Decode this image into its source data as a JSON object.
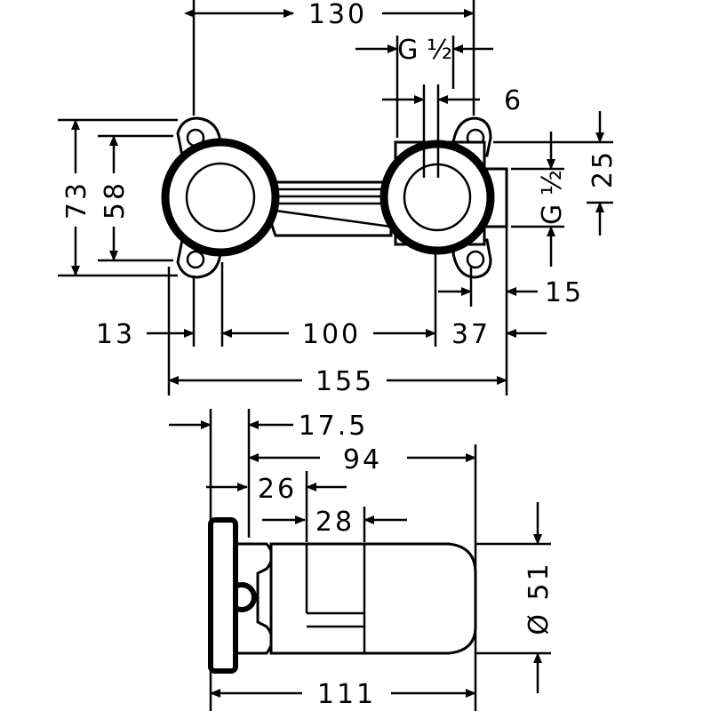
{
  "top_view": {
    "dims": {
      "d130": "130",
      "g_top": "G ½",
      "d6": "6",
      "d25": "25",
      "g_side": "G ½",
      "d73": "73",
      "d58": "58",
      "d13": "13",
      "d100": "100",
      "d37": "37",
      "d15": "15",
      "d155": "155"
    }
  },
  "side_view": {
    "dims": {
      "d17_5": "17.5",
      "d94": "94",
      "d26": "26",
      "d28": "28",
      "d51": "Ø 51",
      "d111": "111"
    }
  }
}
